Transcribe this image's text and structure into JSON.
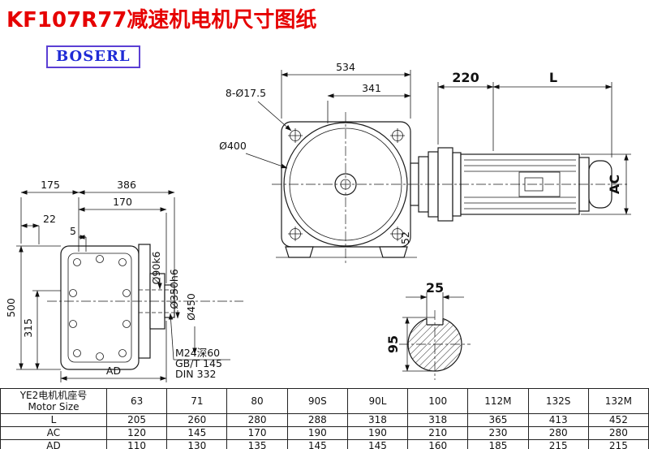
{
  "page": {
    "title": "KF107R77减速机电机尺寸图纸",
    "logo": "BOSERL"
  },
  "colors": {
    "title": "#e60000",
    "logo_text": "#1f2bd6",
    "logo_border": "#5b3fd4",
    "line": "#1a1a1a"
  },
  "drawing": {
    "front": {
      "width": "534",
      "inner_width": "341",
      "bolt_note": "8-Ø17.5",
      "flange_dia": "Ø400",
      "foot": "52"
    },
    "motor": {
      "adapter_len": "220",
      "motor_len": "L",
      "motor_dia": "AC"
    },
    "side": {
      "d175": "175",
      "d386": "386",
      "d170": "170",
      "d22": "22",
      "d5": "5",
      "d500": "500",
      "d315": "315",
      "shaft_bore": "Ø90k6",
      "spigot": "Ø350h6",
      "flange_od": "Ø450",
      "dAD": "AD",
      "note1": "M24深60",
      "note2": "GB/T 145",
      "note3": "DIN 332"
    },
    "section": {
      "key_width": "25",
      "shaft_dia": "95"
    }
  },
  "table": {
    "header_cn": "YE2电机机座号",
    "header_en": "Motor Size",
    "sizes": [
      "63",
      "71",
      "80",
      "90S",
      "90L",
      "100",
      "112M",
      "132S",
      "132M"
    ],
    "rows": [
      {
        "label": "L",
        "values": [
          "205",
          "260",
          "280",
          "288",
          "318",
          "318",
          "365",
          "413",
          "452"
        ]
      },
      {
        "label": "AC",
        "values": [
          "120",
          "145",
          "170",
          "190",
          "190",
          "210",
          "230",
          "280",
          "280"
        ]
      },
      {
        "label": "AD",
        "values": [
          "110",
          "130",
          "135",
          "145",
          "145",
          "160",
          "185",
          "215",
          "215"
        ]
      }
    ]
  }
}
